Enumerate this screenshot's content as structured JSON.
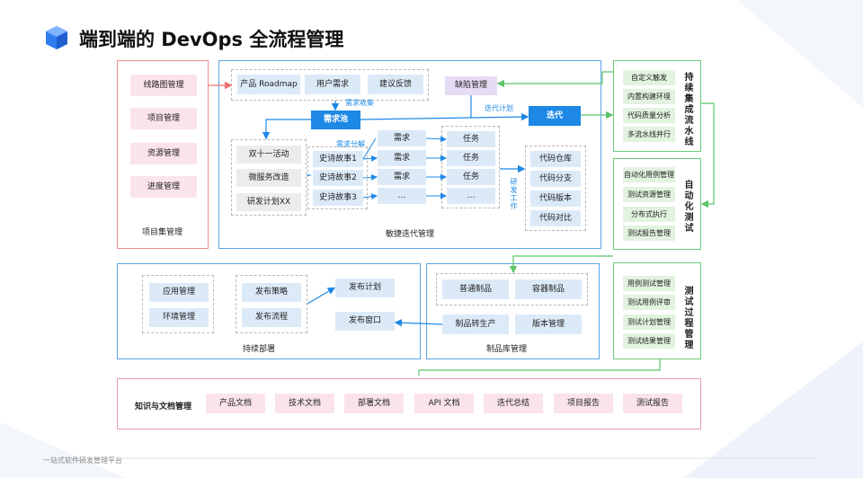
{
  "title": "端到端的 DevOps 全流程管理",
  "footer": "一站式软件研发管理平台",
  "colors": {
    "accent": "#1e88e5",
    "red": "#f08a8a",
    "blue": "#5ba4e6",
    "green": "#6ccc7a",
    "pink": "#e39ab8"
  },
  "project_set": {
    "label": "项目集管理",
    "items": [
      "线路图管理",
      "项目管理",
      "资源管理",
      "进度管理"
    ]
  },
  "agile": {
    "label": "敏捷迭代管理",
    "sources": [
      "产品 Roadmap",
      "用户需求",
      "建议反馈"
    ],
    "defect": "缺陷管理",
    "req_collect": "需求收集",
    "req_pool": "需求池",
    "iteration_plan": "迭代计划",
    "iteration": "迭代",
    "req_split": "需求分解",
    "activities": [
      "双十一活动",
      "微服务改造",
      "研发计划XX"
    ],
    "stories": [
      "史诗故事1",
      "史诗故事2",
      "史诗故事3"
    ],
    "requirements": [
      "需求",
      "需求",
      "需求",
      "…"
    ],
    "tasks": [
      "任务",
      "任务",
      "任务",
      "…"
    ],
    "dev_work": "研发工作",
    "code": [
      "代码仓库",
      "代码分支",
      "代码版本",
      "代码对比"
    ]
  },
  "ci": {
    "label": "持续集成流水线",
    "items": [
      "自定义触发",
      "内置构建环境",
      "代码质量分析",
      "多流水线并行"
    ]
  },
  "autotest": {
    "label": "自动化测试",
    "items": [
      "自动化用例管理",
      "测试资源管理",
      "分布式执行",
      "测试报告管理"
    ]
  },
  "testproc": {
    "label": "测试过程管理",
    "items": [
      "用例测试管理",
      "测试用例评审",
      "测试计划管理",
      "测试结果管理"
    ]
  },
  "deploy": {
    "label": "持续部署",
    "mgmt": [
      "应用管理",
      "环境管理"
    ],
    "policy": [
      "发布策略",
      "发布流程"
    ],
    "plan": "发布计划",
    "window": "发布窗口"
  },
  "artifact": {
    "label": "制品库管理",
    "items": [
      "普通制品",
      "容器制品"
    ],
    "to_prod": "制品转生产",
    "version": "版本管理"
  },
  "knowledge": {
    "label": "知识与文档管理",
    "docs": [
      "产品文档",
      "技术文档",
      "部署文档",
      "API 文档",
      "迭代总结",
      "项目报告",
      "测试报告"
    ]
  }
}
